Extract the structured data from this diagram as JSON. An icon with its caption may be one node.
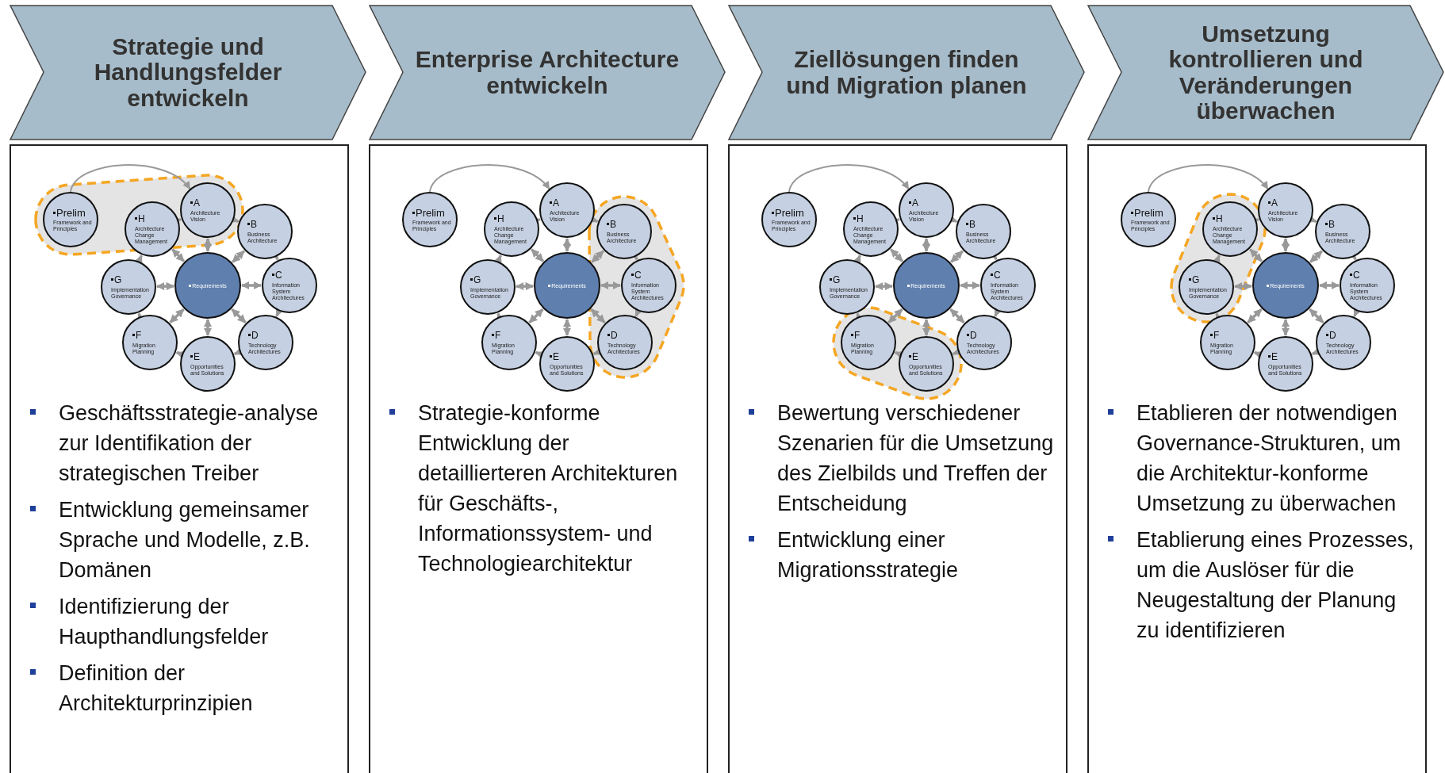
{
  "diagram": {
    "nodes": [
      {
        "text": [
          "Strategie und Handlungsfelder entwickeln"
        ]
      },
      {
        "text": [
          "Geschäftsstrategie-analyse zur Identifikation der strategischen Treiber",
          "Entwicklung gemeinsamer Sprache und Modelle, z.B. Domänen",
          "Identifizierung der Haupthandlungsfelder",
          "Definition der Architekturprinzipien"
        ]
      },
      {
        "text": [
          "Prelim",
          "Framework and Principles"
        ],
        "in": 1
      },
      {
        "text": [
          "A",
          "Architecture Vision"
        ],
        "in": 1
      },
      {
        "text": [
          "H",
          "Architecture Change Management"
        ],
        "in": 1
      },
      {
        "text": [
          "B",
          "Business Architecture"
        ],
        "in": 1
      },
      {
        "text": [
          "G",
          "Implementation Governance"
        ],
        "in": 1
      },
      {
        "text": [
          "Requirements"
        ],
        "in": 1
      },
      {
        "text": [
          "C",
          "Information System Architectures"
        ],
        "in": 1
      },
      {
        "text": [
          "F",
          "Migration Planning"
        ],
        "in": 1
      },
      {
        "text": [
          "D",
          "Technology Architectures"
        ],
        "in": 1
      },
      {
        "text": [
          "E",
          "Opportunities and Solutions"
        ],
        "in": 1
      },
      {
        "text": [
          "Enterprise Architecture entwickeln"
        ]
      },
      {
        "text": [
          "Strategie-konforme Entwicklung der detaillierteren Architekturen für Geschäfts-, Informationssystem- und Technologiearchitektur"
        ]
      },
      {
        "text": [
          "Prelim",
          "Framework and Principles"
        ],
        "in": 13
      },
      {
        "text": [
          "A",
          "Architecture Vision"
        ],
        "in": 13
      },
      {
        "text": [
          "H",
          "Architecture Change Management"
        ],
        "in": 13
      },
      {
        "text": [
          "B",
          "Business Architecture"
        ],
        "in": 13
      },
      {
        "text": [
          "G",
          "Implementation Governance"
        ],
        "in": 13
      },
      {
        "text": [
          "Requirements"
        ],
        "in": 13
      },
      {
        "text": [
          "C",
          "Information System Architectures"
        ],
        "in": 13
      },
      {
        "text": [
          "F",
          "Migration Planning"
        ],
        "in": 13
      },
      {
        "text": [
          "D",
          "Technology Architectures"
        ],
        "in": 13
      },
      {
        "text": [
          "E",
          "Opportunities and Solutions"
        ],
        "in": 13
      },
      {
        "text": [
          "Ziellösungen finden und Migration planen"
        ]
      },
      {
        "text": [
          "Bewertung verschiedener Szenarien für die Umsetzung des Zielbilds und Treffen der Entscheidung",
          "Entwicklung einer Migrationsstrategie"
        ]
      },
      {
        "text": [
          "Prelim",
          "Framework and Principles"
        ],
        "in": 25
      },
      {
        "text": [
          "A",
          "Architecture Vision"
        ],
        "in": 25
      },
      {
        "text": [
          "H",
          "Architecture Change Management"
        ],
        "in": 25
      },
      {
        "text": [
          "B",
          "Business Architecture"
        ],
        "in": 25
      },
      {
        "text": [
          "G",
          "Implementation Governance"
        ],
        "in": 25
      },
      {
        "text": [
          "Requirements"
        ],
        "in": 25
      },
      {
        "text": [
          "C",
          "Information System Architectures"
        ],
        "in": 25
      },
      {
        "text": [
          "F",
          "Migration Planning"
        ],
        "in": 25
      },
      {
        "text": [
          "D",
          "Technology Architectures"
        ],
        "in": 25
      },
      {
        "text": [
          "E",
          "Opportunities and Solutions"
        ],
        "in": 25
      },
      {
        "text": [
          "Umsetzung kontrollieren und Veränderungen überwachen"
        ]
      },
      {
        "text": [
          "Etablieren der notwendigen Governance-Strukturen, um die Architektur-konforme Umsetzung zu überwachen",
          "Etablierung eines Prozesses, um die Auslöser für die Neugestaltung der Planung zu identifizieren"
        ]
      },
      {
        "text": [
          "Prelim",
          "Framework and Principles"
        ],
        "in": 37
      },
      {
        "text": [
          "A",
          "Architecture Vision"
        ],
        "in": 37
      },
      {
        "text": [
          "H",
          "Architecture Change Management"
        ],
        "in": 37
      },
      {
        "text": [
          "B",
          "Business Architecture"
        ],
        "in": 37
      },
      {
        "text": [
          "G",
          "Implementation Governance"
        ],
        "in": 37
      },
      {
        "text": [
          "Requirements"
        ],
        "in": 37
      },
      {
        "text": [
          "C",
          "Information System Architectures"
        ],
        "in": 37
      },
      {
        "text": [
          "F",
          "Migration Planning"
        ],
        "in": 37
      },
      {
        "text": [
          "D",
          "Technology Architectures"
        ],
        "in": 37
      },
      {
        "text": [
          "E",
          "Opportunities and Solutions"
        ],
        "in": 37
      }
    ],
    "edges": [
      {
        "from": 2,
        "to": 3,
        "arrow": "to"
      },
      {
        "from": 3,
        "to": 5,
        "arrow": "to"
      },
      {
        "from": 5,
        "to": 8,
        "arrow": "to"
      },
      {
        "from": 8,
        "to": 10,
        "arrow": "to"
      },
      {
        "from": 10,
        "to": 11,
        "arrow": "to"
      },
      {
        "from": 11,
        "to": 9,
        "arrow": "to"
      },
      {
        "from": 9,
        "to": 6,
        "arrow": "to"
      },
      {
        "from": 6,
        "to": 4,
        "arrow": "to"
      },
      {
        "from": 4,
        "to": 3,
        "arrow": "to"
      },
      {
        "from": 7,
        "to": 3,
        "arrow": "both"
      },
      {
        "from": 7,
        "to": 5,
        "arrow": "both"
      },
      {
        "from": 7,
        "to": 8,
        "arrow": "both"
      },
      {
        "from": 7,
        "to": 10,
        "arrow": "both"
      },
      {
        "from": 7,
        "to": 11,
        "arrow": "both"
      },
      {
        "from": 7,
        "to": 9,
        "arrow": "both"
      },
      {
        "from": 7,
        "to": 6,
        "arrow": "both"
      },
      {
        "from": 7,
        "to": 4,
        "arrow": "both"
      },
      {
        "from": 14,
        "to": 15,
        "arrow": "to"
      },
      {
        "from": 15,
        "to": 17,
        "arrow": "to"
      },
      {
        "from": 17,
        "to": 20,
        "arrow": "to"
      },
      {
        "from": 20,
        "to": 22,
        "arrow": "to"
      },
      {
        "from": 22,
        "to": 23,
        "arrow": "to"
      },
      {
        "from": 23,
        "to": 21,
        "arrow": "to"
      },
      {
        "from": 21,
        "to": 18,
        "arrow": "to"
      },
      {
        "from": 18,
        "to": 16,
        "arrow": "to"
      },
      {
        "from": 16,
        "to": 15,
        "arrow": "to"
      },
      {
        "from": 19,
        "to": 15,
        "arrow": "both"
      },
      {
        "from": 19,
        "to": 17,
        "arrow": "both"
      },
      {
        "from": 19,
        "to": 20,
        "arrow": "both"
      },
      {
        "from": 19,
        "to": 22,
        "arrow": "both"
      },
      {
        "from": 19,
        "to": 23,
        "arrow": "both"
      },
      {
        "from": 19,
        "to": 21,
        "arrow": "both"
      },
      {
        "from": 19,
        "to": 18,
        "arrow": "both"
      },
      {
        "from": 19,
        "to": 16,
        "arrow": "both"
      },
      {
        "from": 26,
        "to": 27,
        "arrow": "to"
      },
      {
        "from": 27,
        "to": 29,
        "arrow": "to"
      },
      {
        "from": 29,
        "to": 32,
        "arrow": "to"
      },
      {
        "from": 32,
        "to": 34,
        "arrow": "to"
      },
      {
        "from": 34,
        "to": 35,
        "arrow": "to"
      },
      {
        "from": 35,
        "to": 33,
        "arrow": "to"
      },
      {
        "from": 33,
        "to": 30,
        "arrow": "to"
      },
      {
        "from": 30,
        "to": 28,
        "arrow": "to"
      },
      {
        "from": 28,
        "to": 27,
        "arrow": "to"
      },
      {
        "from": 31,
        "to": 27,
        "arrow": "both"
      },
      {
        "from": 31,
        "to": 29,
        "arrow": "both"
      },
      {
        "from": 31,
        "to": 32,
        "arrow": "both"
      },
      {
        "from": 31,
        "to": 34,
        "arrow": "both"
      },
      {
        "from": 31,
        "to": 35,
        "arrow": "both"
      },
      {
        "from": 31,
        "to": 33,
        "arrow": "both"
      },
      {
        "from": 31,
        "to": 30,
        "arrow": "both"
      },
      {
        "from": 31,
        "to": 28,
        "arrow": "both"
      },
      {
        "from": 38,
        "to": 39,
        "arrow": "to"
      },
      {
        "from": 39,
        "to": 41,
        "arrow": "to"
      },
      {
        "from": 41,
        "to": 44,
        "arrow": "to"
      },
      {
        "from": 44,
        "to": 46,
        "arrow": "to"
      },
      {
        "from": 46,
        "to": 47,
        "arrow": "to"
      },
      {
        "from": 47,
        "to": 45,
        "arrow": "to"
      },
      {
        "from": 45,
        "to": 42,
        "arrow": "to"
      },
      {
        "from": 42,
        "to": 40,
        "arrow": "to"
      },
      {
        "from": 40,
        "to": 39,
        "arrow": "to"
      },
      {
        "from": 43,
        "to": 39,
        "arrow": "both"
      },
      {
        "from": 43,
        "to": 41,
        "arrow": "both"
      },
      {
        "from": 43,
        "to": 44,
        "arrow": "both"
      },
      {
        "from": 43,
        "to": 46,
        "arrow": "both"
      },
      {
        "from": 43,
        "to": 47,
        "arrow": "both"
      },
      {
        "from": 43,
        "to": 45,
        "arrow": "both"
      },
      {
        "from": 43,
        "to": 42,
        "arrow": "both"
      },
      {
        "from": 43,
        "to": 40,
        "arrow": "both"
      }
    ]
  }
}
